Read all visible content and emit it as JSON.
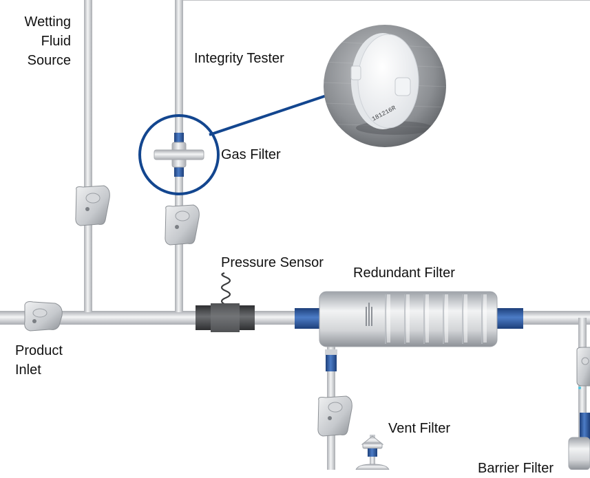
{
  "labels": {
    "wetting_fluid_source": [
      "Wetting",
      "Fluid",
      "Source"
    ],
    "integrity_tester": "Integrity Tester",
    "gas_filter": "Gas Filter",
    "pressure_sensor": "Pressure Sensor",
    "redundant_filter": "Redundant Filter",
    "product_inlet": [
      "Product",
      "Inlet"
    ],
    "vent_filter": "Vent Filter",
    "barrier_filter": "Barrier Filter"
  },
  "photo_imprint": "181216R",
  "colors": {
    "pipe": "#e3e4e6",
    "pipe_edge": "#a9acb1",
    "connector_blue": "#2f5ea8",
    "callout_ring": "#13468f",
    "sensor_body": "#4a4b4d",
    "background": "#ffffff"
  },
  "icons": [
    "pinch-valve-icon",
    "gas-filter-icon",
    "pressure-sensor-icon",
    "redundant-filter-icon",
    "vent-filter-icon",
    "filter-photo"
  ]
}
